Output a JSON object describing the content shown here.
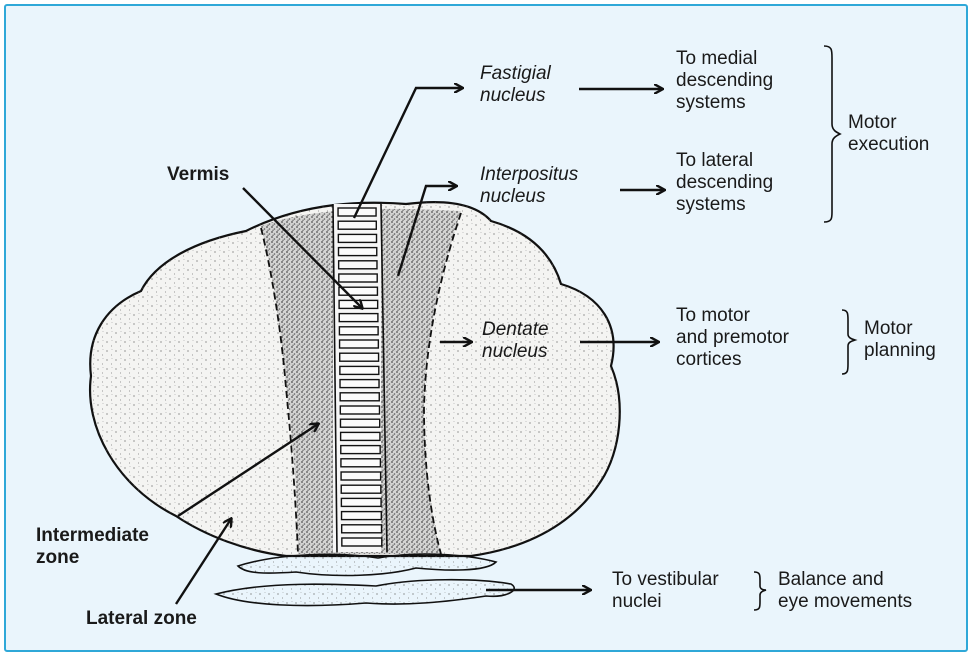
{
  "labels": {
    "vermis": "Vermis",
    "intermediate_zone": "Intermediate\nzone",
    "lateral_zone": "Lateral zone",
    "fastigial": "Fastigial\nnucleus",
    "interpositus": "Interpositus\nnucleus",
    "dentate": "Dentate\nnucleus",
    "to_medial": "To medial\ndescending\nsystems",
    "to_lateral": "To lateral\ndescending\nsystems",
    "to_motor": "To motor\nand premotor\ncortices",
    "to_vestibular": "To vestibular\nnuclei",
    "motor_execution": "Motor\nexecution",
    "motor_planning": "Motor\nplanning",
    "balance": "Balance and\neye movements"
  },
  "colors": {
    "frame_border": "#2fa8d8",
    "frame_bg": "#eaf5fc",
    "ink": "#1a1a1a",
    "cerebellum_fill": "#f4f4f2"
  }
}
